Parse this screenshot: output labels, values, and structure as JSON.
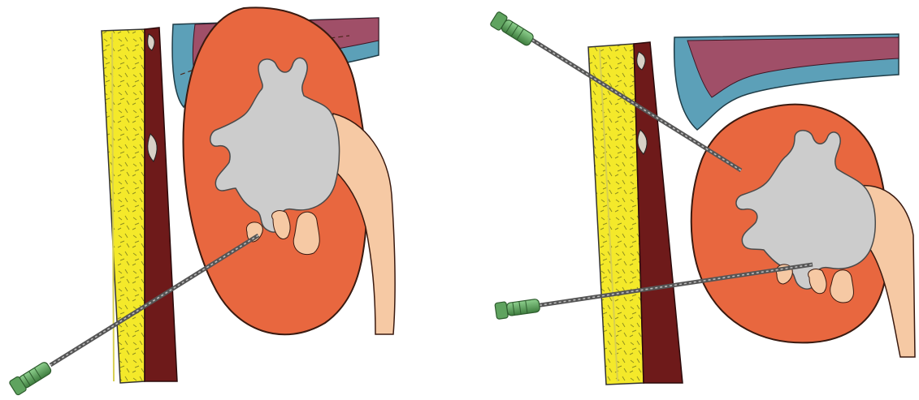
{
  "figure": {
    "panels": [
      {
        "id": "left",
        "needles": 1
      },
      {
        "id": "right",
        "needles": 2
      }
    ]
  },
  "colors": {
    "background": "#ffffff",
    "kidney": "#E8673F",
    "kidney_outline": "#3a1a10",
    "collecting_system": "#CCCCCC",
    "papilla": "#F6C9A4",
    "fat_layer": "#F4E92A",
    "fat_outline": "#b9a900",
    "muscle": "#6E1A1A",
    "pleura_blue": "#5CA0B8",
    "lung": "#A04F68",
    "needle_hub": "#5FA35F",
    "needle_shaft": "#777777"
  }
}
